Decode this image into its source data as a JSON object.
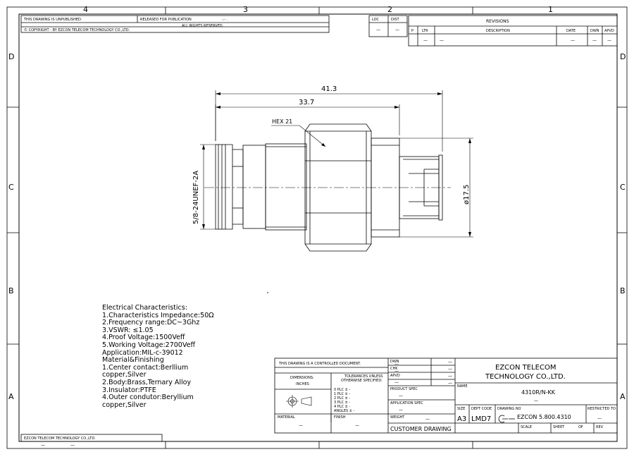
{
  "zones": {
    "top": [
      "4",
      "3",
      "2",
      "1"
    ],
    "left": [
      "D",
      "C",
      "B",
      "A"
    ],
    "right": [
      "D",
      "C",
      "B",
      "A"
    ]
  },
  "header": {
    "unpublished": "THIS DRAWING IS UNPUBLISHED.",
    "released": "RELEASED FOR PUBLICATION",
    "released_value": "-.- .",
    "copyright": "© COPYRIGHT - BY EZCON TELECOM TECHNOLOGY CO.,LTD.",
    "rights": "ALL RIGHTS RESERVED.",
    "loc_label": "LOC",
    "dist_label": "DIST",
    "loc_value": "—",
    "dist_value": "—"
  },
  "revisions": {
    "title": "REVISIONS",
    "columns": [
      "P",
      "LTR",
      "DESCRIPTION",
      "DATE",
      "DWN",
      "APVD"
    ],
    "row": [
      "",
      "—",
      "—",
      "—",
      "—",
      "—"
    ]
  },
  "dimensions": {
    "overall_length": "41.3",
    "body_length": "33.7",
    "hex": "HEX 21",
    "thread": "5/8-24UNEF-2A",
    "diameter": "ø17.5"
  },
  "notes": [
    "Electrical Characteristics:",
    "1.Characteristics Impedance:50Ω",
    "2.Frequency range:DC~3Ghz",
    "3.VSWR: ≤1.05",
    "4.Proof Voltage:1500Veff",
    "5.Working Voltage:2700Veff",
    "Application:MIL-c-39012",
    "Material&Finishing",
    "1.Center contact:Berllium",
    "copper,Silver",
    "2.Body:Brass,Ternary Alloy",
    "3.Insulator:PTFE",
    "4.Outer condutor:Beryllium",
    "copper,Silver"
  ],
  "title_block": {
    "controlled": "THIS DRAWING IS A CONTROLLED DOCUMENT.",
    "dimensions_label": "DIMENSIONS:",
    "dimensions_unit": "INCHES",
    "tolerances": "TOLERANCES UNLESS",
    "tolerances2": "OTHERWISE SPECIFIED:",
    "tol_rows": [
      "0 PLC ± -",
      "1 PLC ± -",
      "2 PLC ± -",
      "3 PLC ± -",
      "4 PLC ± -",
      "ANGLES ± -"
    ],
    "material_label": "MATERIAL",
    "material_value": "—",
    "finish_label": "FINISH",
    "finish_value": "—",
    "dwn": "DWN",
    "chk": "CHK",
    "apvd": "APVD",
    "product_spec": "PRODUCT SPEC",
    "application_spec": "APPLICATION SPEC",
    "weight": "WEIGHT",
    "weight_value": "—",
    "dash": "—",
    "company_line1": "EZCON TELECOM",
    "company_line2": "TECHNOLOGY CO.,LTD.",
    "name_label": "NAME",
    "part_name": "4310R/N-KK",
    "part_sub": "—",
    "size_label": "SIZE",
    "size_value": "A3",
    "dept_label": "DEPT CODE",
    "dept_value": "LMD7",
    "drawing_no_label": "DRAWING NO",
    "drawing_no": "EZCON 5.800.4310",
    "restricted_label": "RESTRICTED TO",
    "restricted_value": "—",
    "customer_drawing": "CUSTOMER DRAWING",
    "scale_label": "SCALE",
    "sheet_label": "SHEET",
    "of_label": "OF",
    "rev_label": "REV",
    "footer_company": "EZCON TELECOM TECHNOLOGY CO.,LTD."
  }
}
